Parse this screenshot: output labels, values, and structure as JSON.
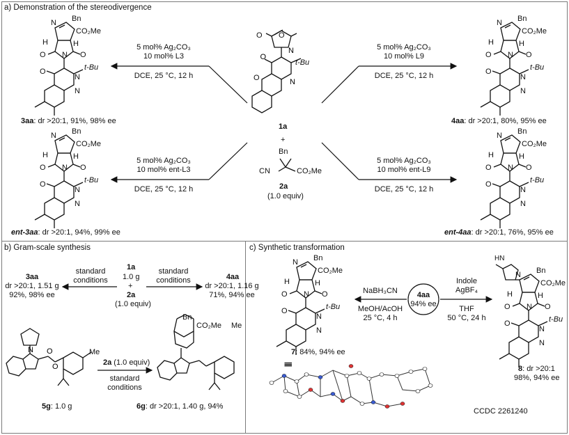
{
  "section_a": {
    "title": "a) Demonstration of the stereodivergence",
    "center": {
      "compound_1a": "1a",
      "plus": "+",
      "compound_2a": "2a",
      "equiv": "(1.0 equiv)",
      "tbu": "t-Bu",
      "bn": "Bn",
      "co2me": "CO₂Me",
      "cn": "CN"
    },
    "arrows": {
      "top_left": {
        "line1": "5 mol% Ag₂CO₃",
        "line2": "10 mol% L3",
        "line3": "DCE, 25 °C, 12 h"
      },
      "top_right": {
        "line1": "5 mol% Ag₂CO₃",
        "line2": "10 mol% L9",
        "line3": "DCE, 25 °C, 12 h"
      },
      "bottom_left": {
        "line1": "5 mol% Ag₂CO₃",
        "line2": "10 mol% ent-L3",
        "line3": "DCE, 25 °C, 12 h"
      },
      "bottom_right": {
        "line1": "5 mol% Ag₂CO₃",
        "line2": "10 mol% ent-L9",
        "line3": "DCE, 25 °C, 12 h"
      }
    },
    "products": {
      "p3aa": {
        "name": "3aa",
        "result": ": dr >20:1, 91%, 98% ee"
      },
      "p4aa": {
        "name": "4aa",
        "result": ": dr >20:1, 80%, 95% ee"
      },
      "pent3aa": {
        "name": "ent-3aa",
        "result": ": dr >20:1, 94%, 99% ee"
      },
      "pent4aa": {
        "name": "ent-4aa",
        "result": ": dr >20:1, 76%, 95% ee"
      }
    }
  },
  "section_b": {
    "title": "b) Gram-scale synthesis",
    "center_1a": "1a",
    "center_amount": "1.0 g",
    "center_plus": "+",
    "center_2a": "2a",
    "center_equiv": "(1.0 equiv)",
    "left_cond1": "standard",
    "left_cond2": "conditions",
    "right_cond1": "standard",
    "right_cond2": "conditions",
    "left_product": "3aa",
    "left_line2": "dr >20:1, 1.51 g",
    "left_line3": "92%, 98% ee",
    "right_product": "4aa",
    "right_line2": "dr >20:1, 1.16 g",
    "right_line3": "71%, 94% ee",
    "sm_label": "5g",
    "sm_amount": ": 1.0 g",
    "reagent": "2a",
    "reagent_equiv": " (1.0 equiv)",
    "cond1": "standard",
    "cond2": "conditions",
    "prod_label": "6g",
    "prod_result": ": dr >20:1, 1.40 g, 94%",
    "me": "Me"
  },
  "section_c": {
    "title": "c) Synthetic transformation",
    "center_label": "4aa",
    "center_ee": "94% ee",
    "left_reagent": "NaBH₃CN",
    "left_solvent": "MeOH/AcOH",
    "left_cond": "25 °C, 4 h",
    "right_reagent1": "Indole",
    "right_reagent2": "AgBF₄",
    "right_solvent": "THF",
    "right_cond": "50 °C, 24 h",
    "p7_label": "7",
    "p7_result": ": 84%, 94% ee",
    "p8_label": "8",
    "p8_line1": ": dr >20:1",
    "p8_line2": "98%, 94% ee",
    "ccdc": "CCDC 2261240",
    "equiv_sign": "|||"
  }
}
